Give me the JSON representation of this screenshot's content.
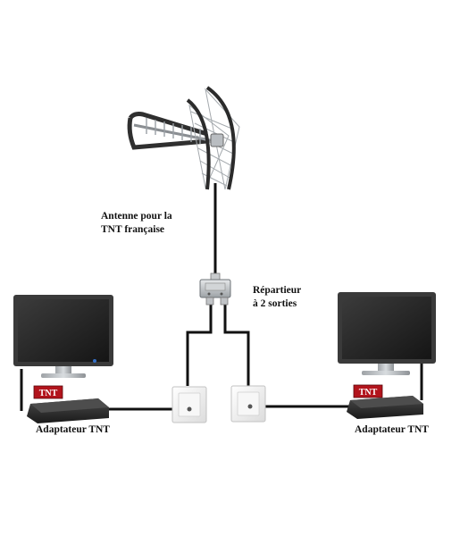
{
  "labels": {
    "antenna_line1": "Antenne pour la",
    "antenna_line2": "TNT française",
    "splitter_line1": "Répartieur",
    "splitter_line2": "à 2 sorties",
    "adapter_left": "Adaptateur TNT",
    "adapter_right": "Adaptateur TNT"
  },
  "logo_text": "TNT",
  "colors": {
    "cable": "#111111",
    "tv_frame": "#3a3a3a",
    "tv_screen": "#232323",
    "tnt_badge": "#b2141c",
    "stand": "#b8bcc0",
    "wall_plate": "#f2f2f2"
  }
}
